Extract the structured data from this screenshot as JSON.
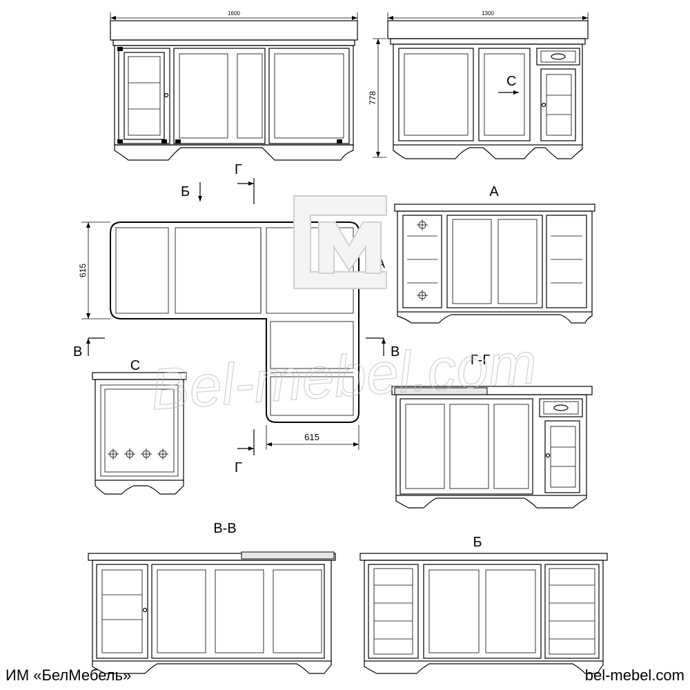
{
  "dimensions": {
    "width_front": "1600",
    "width_side": "1300",
    "height": "778",
    "depth_left": "615",
    "depth_bottom": "615"
  },
  "views": {
    "a": "А",
    "b": "Б",
    "c": "С",
    "vv": "В-В",
    "gg": "Г-Г"
  },
  "markers": {
    "b_arrow": "Б",
    "g_top": "Г",
    "g_bottom": "Г",
    "v_left": "В",
    "v_right": "В",
    "a_arrow": "А",
    "c_arrow": "С"
  },
  "watermark": "Bel-mebel.com",
  "footer": {
    "company": "ИМ «БелМебель»",
    "site": "bel-mebel.com"
  }
}
